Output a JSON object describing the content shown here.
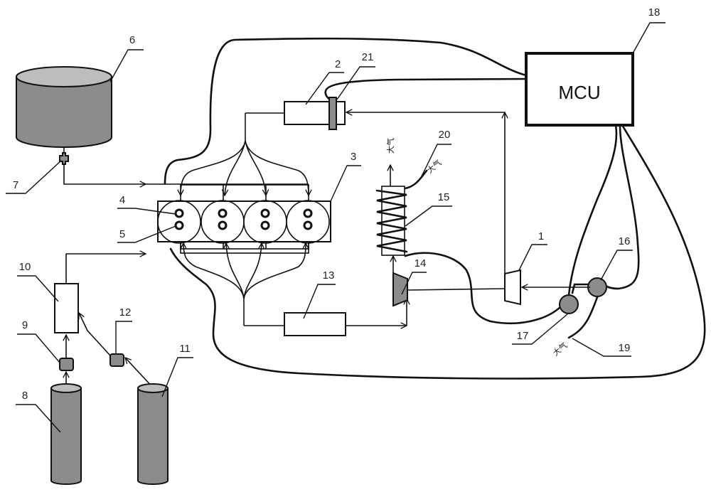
{
  "diagram": {
    "title": "Engine gas supply and turbocharging control system schematic",
    "controller_label": "MCU",
    "atmosphere_label": "大气",
    "components": [
      {
        "id": "1",
        "name": "compressor"
      },
      {
        "id": "2",
        "name": "intercooler"
      },
      {
        "id": "3",
        "name": "engine-block"
      },
      {
        "id": "4",
        "name": "intake-valve"
      },
      {
        "id": "5",
        "name": "exhaust-valve"
      },
      {
        "id": "6",
        "name": "fuel-tank"
      },
      {
        "id": "7",
        "name": "fuel-valve"
      },
      {
        "id": "8",
        "name": "gas-cylinder-a"
      },
      {
        "id": "9",
        "name": "regulator-a"
      },
      {
        "id": "10",
        "name": "gas-mixer"
      },
      {
        "id": "11",
        "name": "gas-cylinder-b"
      },
      {
        "id": "12",
        "name": "regulator-b"
      },
      {
        "id": "13",
        "name": "exhaust-treatment"
      },
      {
        "id": "14",
        "name": "turbine"
      },
      {
        "id": "15",
        "name": "heat-exchanger-coil"
      },
      {
        "id": "16",
        "name": "pump-16"
      },
      {
        "id": "17",
        "name": "pump-17"
      },
      {
        "id": "18",
        "name": "mcu-controller"
      },
      {
        "id": "19",
        "name": "air-inlet"
      },
      {
        "id": "20",
        "name": "atmosphere-outlet"
      },
      {
        "id": "21",
        "name": "sensor"
      }
    ]
  }
}
